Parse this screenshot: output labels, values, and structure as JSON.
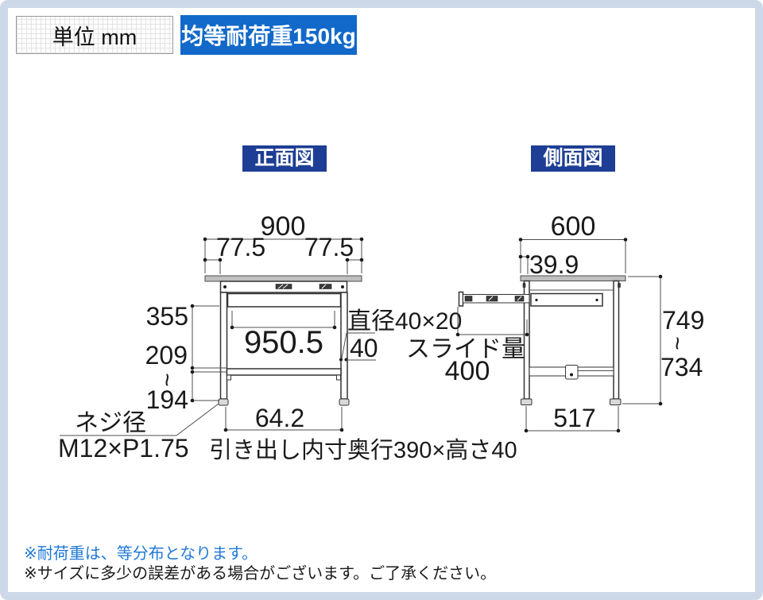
{
  "badges": {
    "unit": "単位 mm",
    "load": "均等耐荷重150kg"
  },
  "front": {
    "title": "正面図",
    "width": "900",
    "inset_left": "77.5",
    "inset_right": "77.5",
    "inner_width": "950.5",
    "upper_height": "355",
    "lower_height_max": "209",
    "range_tilde": "~",
    "lower_height_min": "194",
    "foot_span": "64.2",
    "screw_line1": "ネジ径",
    "screw_line2": "M12×P1.75",
    "pipe_diameter": "直径40×20",
    "pipe_size": "40",
    "drawer_note": "引き出し内寸奥行390×高さ40"
  },
  "side": {
    "title": "側面図",
    "depth": "600",
    "front_inset": "39.9",
    "slide_label": "スライド量",
    "slide_value": "400",
    "height_max": "749",
    "range_tilde": "~",
    "height_min": "734",
    "leg_span": "517"
  },
  "notes": {
    "load_note": "※耐荷重は、等分布となります。",
    "size_note": "※サイズに多少の誤差がある場合がございます。ご了承ください。"
  },
  "colors": {
    "load_badge_bg": "#1269c9",
    "view_title_bg": "#1d3e94",
    "note_blue": "#2079d8",
    "frame_border": "#cdd9e8",
    "drawing_line": "#333333",
    "tabletop_fill": "#bfbfbf"
  }
}
